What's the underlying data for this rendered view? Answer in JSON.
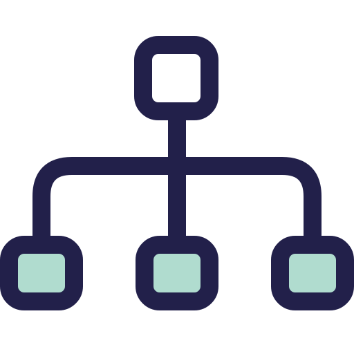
{
  "icon": {
    "name": "hierarchy-icon",
    "colors": {
      "outline": "#22204a",
      "fill": "#b0dccf",
      "background": "#ffffff"
    },
    "nodes": [
      {
        "id": "root",
        "filled": false
      },
      {
        "id": "left-child",
        "filled": true
      },
      {
        "id": "middle-child",
        "filled": true
      },
      {
        "id": "right-child",
        "filled": true
      }
    ]
  }
}
